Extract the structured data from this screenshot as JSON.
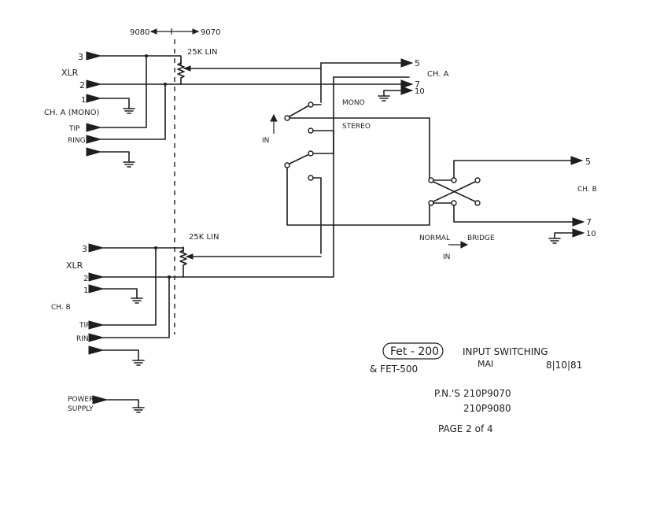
{
  "top": {
    "part_left": "9080",
    "part_right": "9070"
  },
  "ch_a": {
    "pot_label": "25K LIN",
    "xlr_label": "XLR",
    "pin3": "3",
    "pin2": "2",
    "pin1": "1",
    "mono_label": "CH. A (MONO)",
    "tip_label": "TIP",
    "ring_label": "RING",
    "out_label": "CH. A",
    "out_5": "5",
    "out_7": "7",
    "out_10": "10"
  },
  "switch": {
    "mono_label": "MONO",
    "stereo_label": "STEREO",
    "in_label": "IN",
    "normal_label": "NORMAL",
    "bridge_label": "BRIDGE",
    "bridge_in_label": "IN"
  },
  "ch_b": {
    "pot_label": "25K LIN",
    "xlr_label": "XLR",
    "pin3": "3",
    "pin2": "2",
    "pin1": "1",
    "ch_label": "CH. B",
    "tip_label": "TIP",
    "ring_label": "RING",
    "out_label": "CH. B",
    "out_5": "5",
    "out_7": "7",
    "out_10": "10"
  },
  "power": {
    "label_line1": "POWER",
    "label_line2": "SUPPLY"
  },
  "title_block": {
    "model_circled": "Fet - 200",
    "model_second": "& FET-500",
    "title_line1": "INPUT SWITCHING",
    "title_line2": "MAI",
    "date": "8|10|81",
    "pn_label": "P.N.'S",
    "pn_1": "210P9070",
    "pn_2": "210P9080",
    "page": "PAGE 2 of 4"
  }
}
